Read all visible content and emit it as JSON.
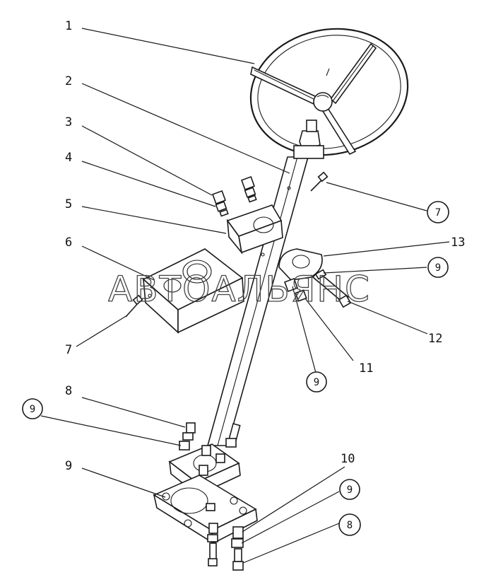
{
  "watermark": "АВТОАЛЬЯНС",
  "callouts": {
    "c1": "1",
    "c2": "2",
    "c3": "3",
    "c4": "4",
    "c5": "5",
    "c6": "6",
    "c7a": "7",
    "c7b": "7",
    "c8a": "8",
    "c8b": "8",
    "c9": "9",
    "c9a": "9",
    "c9b": "9",
    "c9c": "9",
    "c9d": "9",
    "c10": "10",
    "c11": "11",
    "c12": "12",
    "c13": "13"
  }
}
